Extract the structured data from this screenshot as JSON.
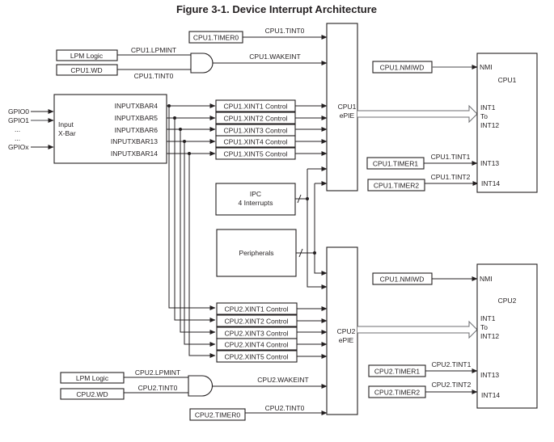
{
  "title": "Figure 3-1. Device Interrupt Architecture",
  "gpio_inputs": [
    "GPIO0",
    "GPIO1",
    "...",
    "...",
    "GPIOx"
  ],
  "input_xbar": {
    "label_line1": "Input",
    "label_line2": "X-Bar",
    "outputs": [
      "INPUTXBAR4",
      "INPUTXBAR5",
      "INPUTXBAR6",
      "INPUTXBAR13",
      "INPUTXBAR14"
    ]
  },
  "cpu1": {
    "timer0_box": "CPU1.TIMER0",
    "tint0_label": "CPU1.TINT0",
    "lpm_box": "LPM  Logic",
    "lpmint_label": "CPU1.LPMINT",
    "wd_box": "CPU1.WD",
    "wd_tint0_label": "CPU1.TINT0",
    "wakeint_label": "CPU1.WAKEINT",
    "xint_controls": [
      "CPU1.XINT1 Control",
      "CPU1.XINT2 Control",
      "CPU1.XINT3 Control",
      "CPU1.XINT4 Control",
      "CPU1.XINT5 Control"
    ],
    "epie_line1": "CPU1",
    "epie_line2": "ePIE",
    "nmiwd_box": "CPU1.NMIWD",
    "timer1_box": "CPU1.TIMER1",
    "tint1_label": "CPU1.TINT1",
    "timer2_box": "CPU1.TIMER2",
    "tint2_label": "CPU1.TINT2",
    "core_label": "CPU1",
    "pins": {
      "nmi": "NMI",
      "int1": "INT1",
      "to": "To",
      "int12": "INT12",
      "int13": "INT13",
      "int14": "INT14"
    }
  },
  "shared": {
    "ipc_line1": "IPC",
    "ipc_line2": "4 Interrupts",
    "peripherals": "Peripherals"
  },
  "cpu2": {
    "timer0_box": "CPU2.TIMER0",
    "tint0_label": "CPU2.TINT0",
    "lpm_box": "LPM  Logic",
    "lpmint_label": "CPU2.LPMINT",
    "wd_box": "CPU2.WD",
    "wd_tint0_label": "CPU2.TINT0",
    "wakeint_label": "CPU2.WAKEINT",
    "xint_controls": [
      "CPU2.XINT1 Control",
      "CPU2.XINT2 Control",
      "CPU2.XINT3 Control",
      "CPU2.XINT4 Control",
      "CPU2.XINT5 Control"
    ],
    "epie_line1": "CPU2",
    "epie_line2": "ePIE",
    "nmiwd_box": "CPU1.NMIWD",
    "timer1_box": "CPU2.TIMER1",
    "tint1_label": "CPU2.TINT1",
    "timer2_box": "CPU2.TIMER2",
    "tint2_label": "CPU2.TINT2",
    "core_label": "CPU2",
    "pins": {
      "nmi": "NMI",
      "int1": "INT1",
      "to": "To",
      "int12": "INT12",
      "int13": "INT13",
      "int14": "INT14"
    }
  }
}
